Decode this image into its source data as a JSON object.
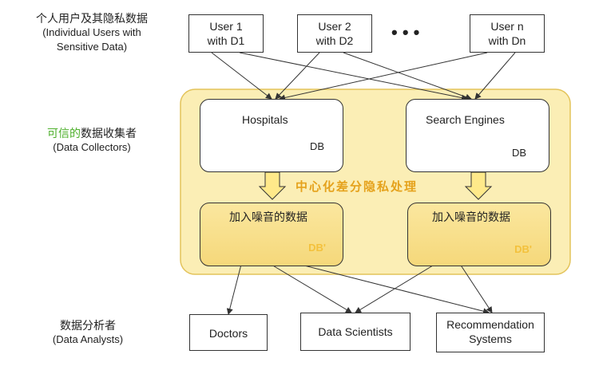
{
  "left_labels": {
    "users": {
      "zh": "个人用户及其隐私数据",
      "en": "(Individual Users with Sensitive Data)"
    },
    "collectors": {
      "zh_green": "可信的",
      "zh": "数据收集者",
      "en": "(Data Collectors)"
    },
    "analysts": {
      "zh": "数据分析者",
      "en": "(Data Analysts)"
    }
  },
  "users": [
    {
      "line1": "User 1",
      "line2": "with D1"
    },
    {
      "line1": "User 2",
      "line2": "with D2"
    },
    {
      "line1": "User n",
      "line2": "with Dn"
    }
  ],
  "ellipsis": "• • •",
  "collectors": {
    "hospitals": "Hospitals",
    "search_engines": "Search Engines",
    "db": "DB",
    "center_label": "中心化差分隐私处理",
    "noise_label": "加入噪音的数据",
    "db_noisy": "DB'"
  },
  "analysts": [
    {
      "line1": "Doctors"
    },
    {
      "line1": "Data Scientists"
    },
    {
      "line1": "Recommendation",
      "line2": "Systems"
    }
  ],
  "colors": {
    "panel_fill": "#fbeeb5",
    "panel_border": "#e3c35a",
    "inner_gold": "#f6db7f",
    "accent_orange": "#e5a21c",
    "green": "#4caf2a",
    "cylinder_grey": "#b5b5b5"
  }
}
